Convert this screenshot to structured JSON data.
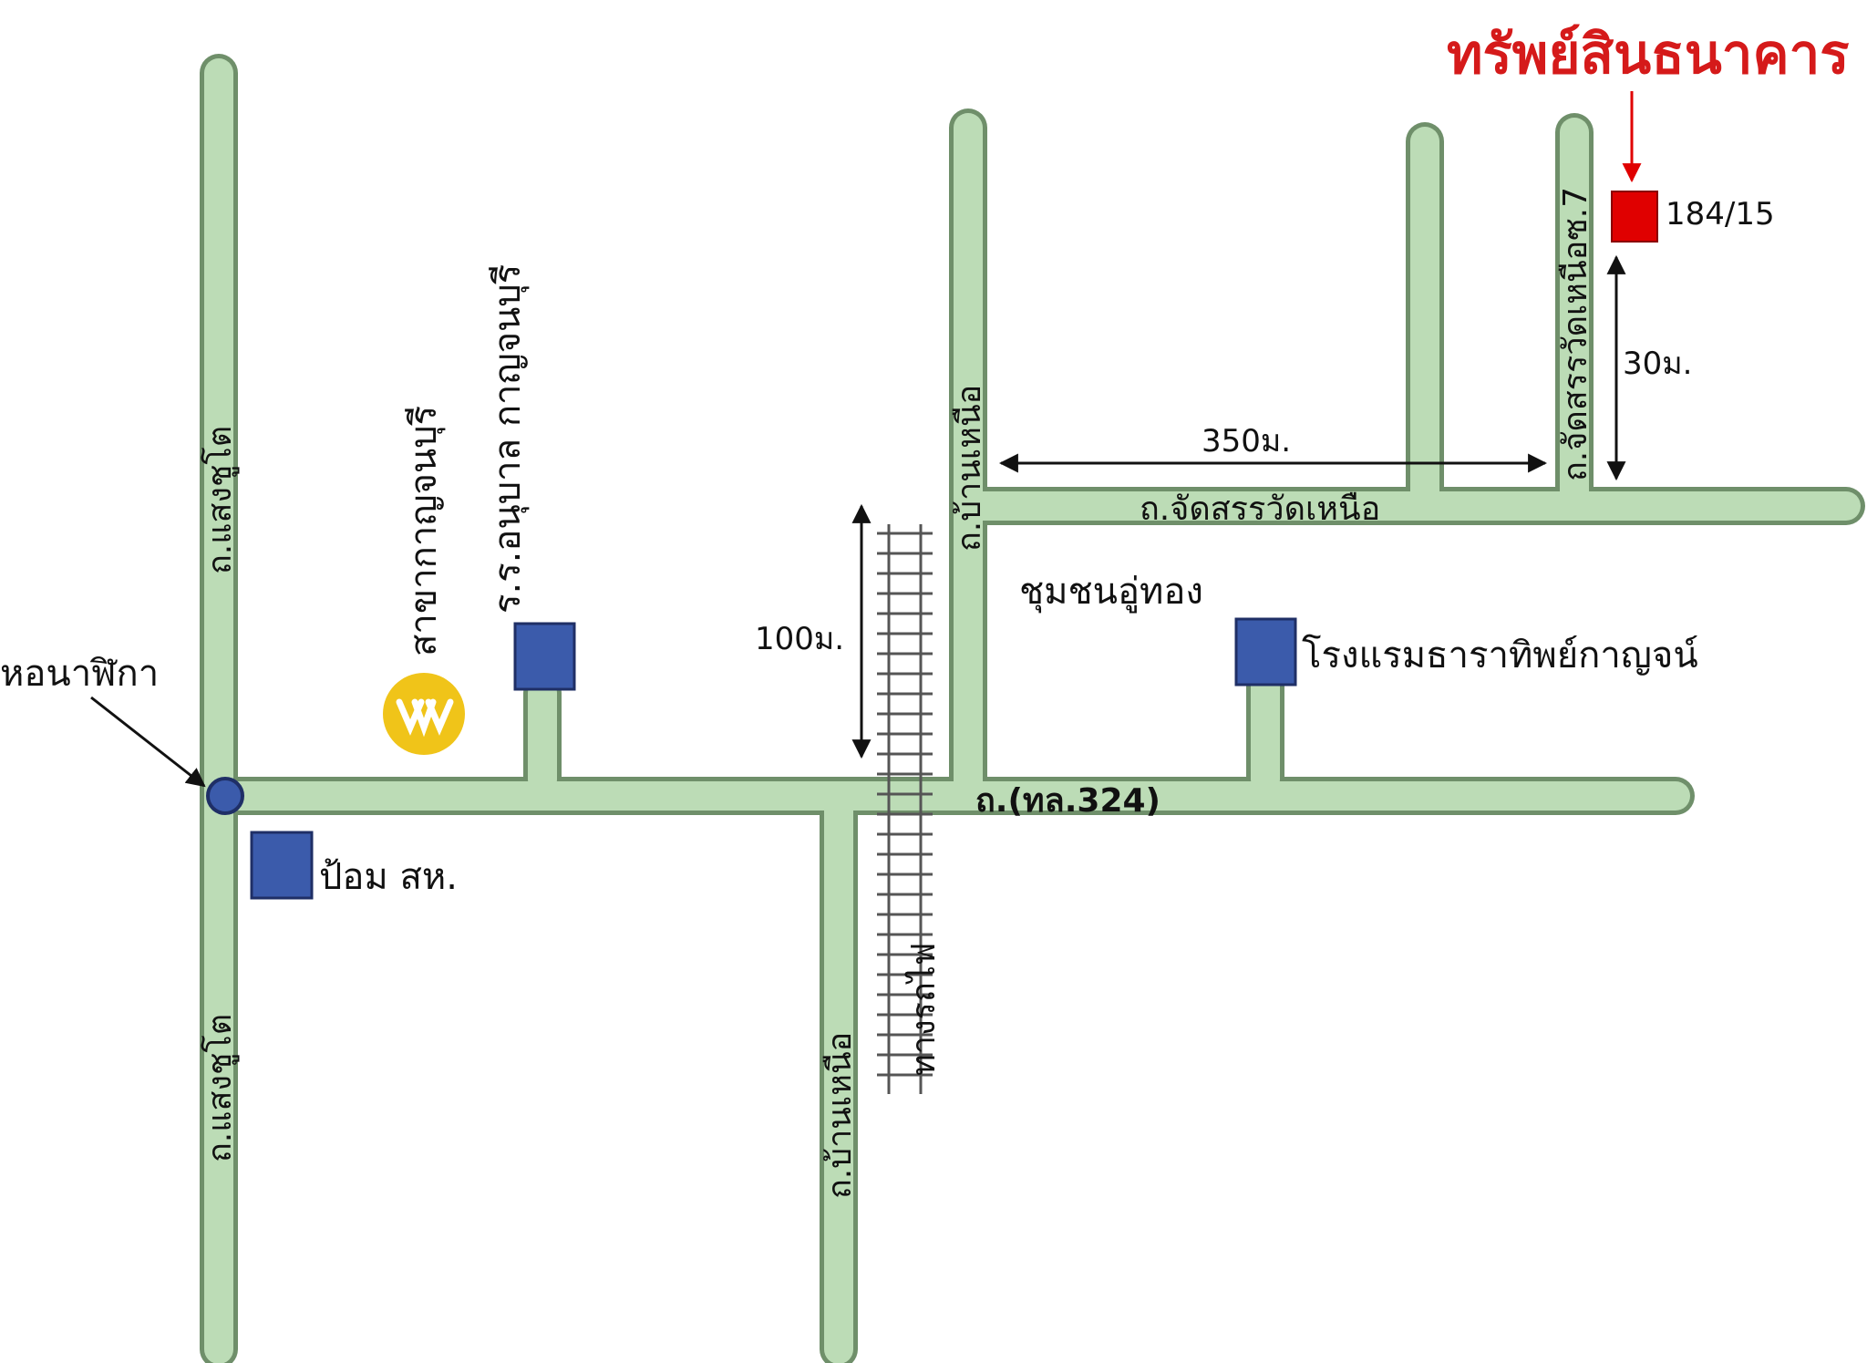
{
  "colors": {
    "road_fill": "#bcdcb6",
    "road_edge": "#6f8f6a",
    "landmark": "#3b5bab",
    "landmark_edge": "#1f2f66",
    "target": "#e00000",
    "title": "#d51a1a",
    "bank_logo": "#f0c419",
    "rail": "#555555",
    "arrow": "#111111"
  },
  "title": "ทรัพย์สินธนาคาร",
  "target": {
    "label": "184/15",
    "icon": "target-property-square"
  },
  "roads": {
    "main": "ถ.(ทล.324)",
    "north": "ถ.จัดสรรวัดเหนือ",
    "west_upper": "ถ.แสงชูโต",
    "west_lower": "ถ.แสงชูโต",
    "center_upper": "ถ.บ้านเหนือ",
    "center_lower": "ถ.บ้านเหนือ",
    "soi": "ถ.จัดสรรวัดเหนือซ.7",
    "railway": "ทางรถไฟ"
  },
  "landmarks": {
    "clock_tower": "หอนาฬิกา",
    "bank_branch": "สาขากาญจนบุรี",
    "school": "ร.ร.อนุบาล กาญจนบุรี",
    "police_box": "ป้อม สห.",
    "community": "ชุมชนอู่ทอง",
    "hotel": "โรงแรมธาราทิพย์กาญจน์"
  },
  "distances": {
    "rail_gap": "100ม.",
    "to_soi": "350ม.",
    "to_target": "30ม."
  }
}
